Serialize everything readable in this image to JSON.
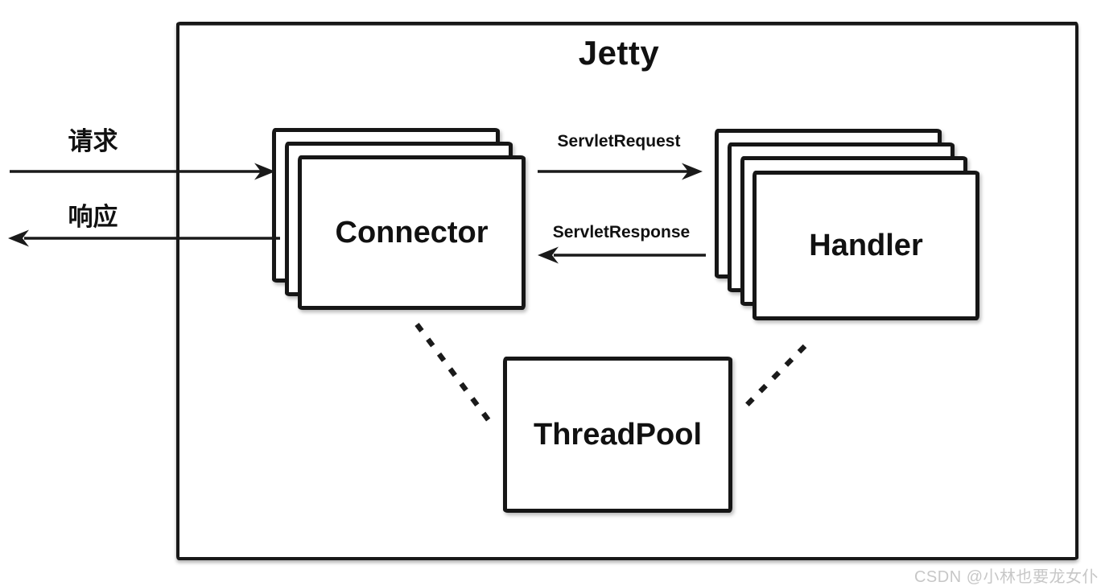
{
  "diagram": {
    "title": "Jetty",
    "external_flows": {
      "request_label": "请求",
      "response_label": "响应"
    },
    "internal_flows": {
      "servlet_request_label": "ServletRequest",
      "servlet_response_label": "ServletResponse"
    },
    "nodes": {
      "connector": {
        "label": "Connector",
        "stack_count": 3
      },
      "handler": {
        "label": "Handler",
        "stack_count": 4
      },
      "threadpool": {
        "label": "ThreadPool",
        "stack_count": 1
      }
    },
    "colors": {
      "ink": "#1a1a1a",
      "background": "#ffffff",
      "watermark_gray": "#c7c7c7"
    }
  },
  "watermark": {
    "text": "CSDN @小林也要龙女仆"
  }
}
